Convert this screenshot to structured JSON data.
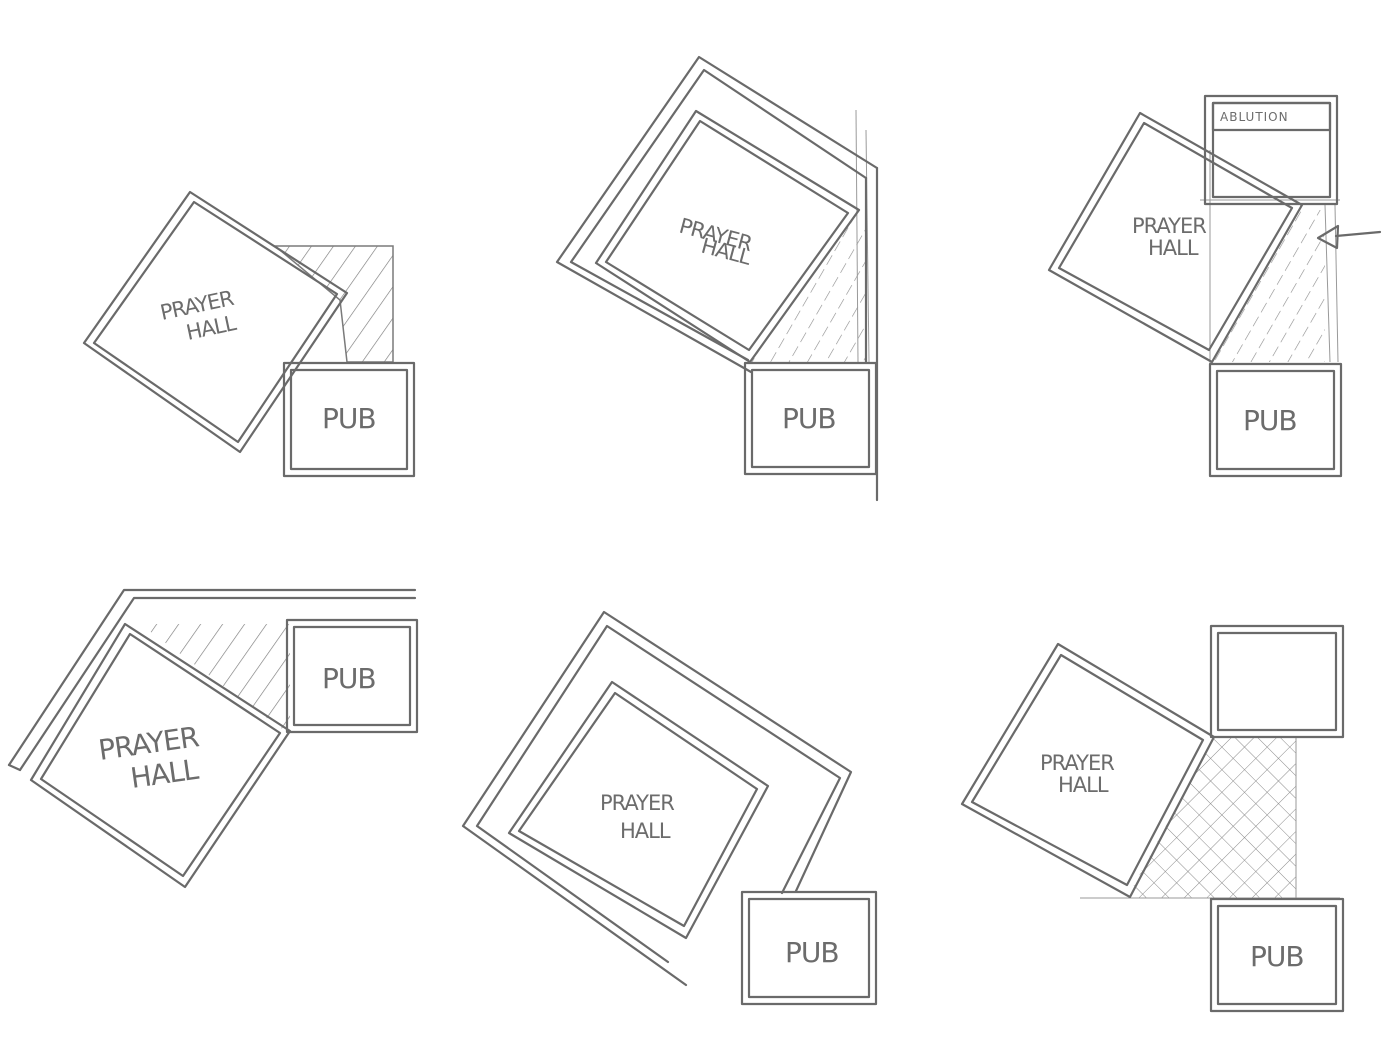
{
  "sketches": [
    {
      "prayer_hall": [
        "PRAYER",
        "HALL"
      ],
      "pub": "PUB"
    },
    {
      "prayer_hall": [
        "PRAYER",
        "HALL"
      ],
      "pub": "PUB"
    },
    {
      "prayer_hall": [
        "PRAYER",
        "HALL"
      ],
      "pub": "PUB",
      "ablution": "ABLUTION"
    },
    {
      "prayer_hall": [
        "PRAYER",
        "HALL"
      ],
      "pub": "PUB"
    },
    {
      "prayer_hall": [
        "PRAYER",
        "HALL"
      ],
      "pub": "PUB"
    },
    {
      "prayer_hall": [
        "PRAYER",
        "HALL"
      ],
      "pub": "PUB"
    }
  ],
  "colors": {
    "ink": "#6a6a6a",
    "paper": "#ffffff"
  }
}
